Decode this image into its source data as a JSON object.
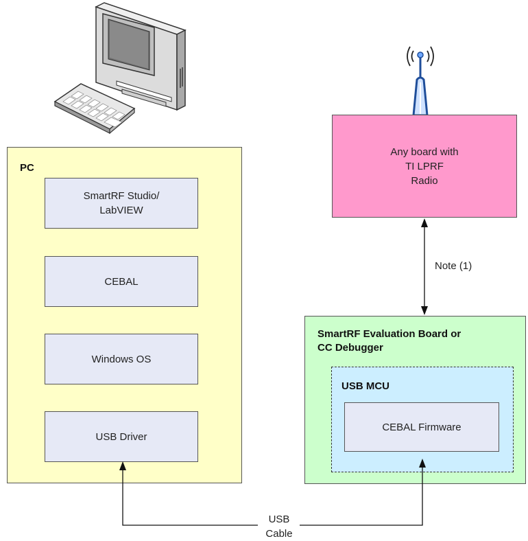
{
  "pc": {
    "title": "PC",
    "layers": [
      "SmartRF Studio/\nLabVIEW",
      "CEBAL",
      "Windows OS",
      "USB Driver"
    ]
  },
  "radio_board": {
    "label": "Any board with\nTI LPRF\nRadio"
  },
  "link_note": "Note (1)",
  "eval_board": {
    "title": "SmartRF Evaluation Board or\nCC Debugger",
    "mcu_title": "USB MCU",
    "firmware": "CEBAL Firmware"
  },
  "cable_label": "USB\nCable",
  "icons": [
    "desktop-computer-icon",
    "antenna-icon"
  ]
}
